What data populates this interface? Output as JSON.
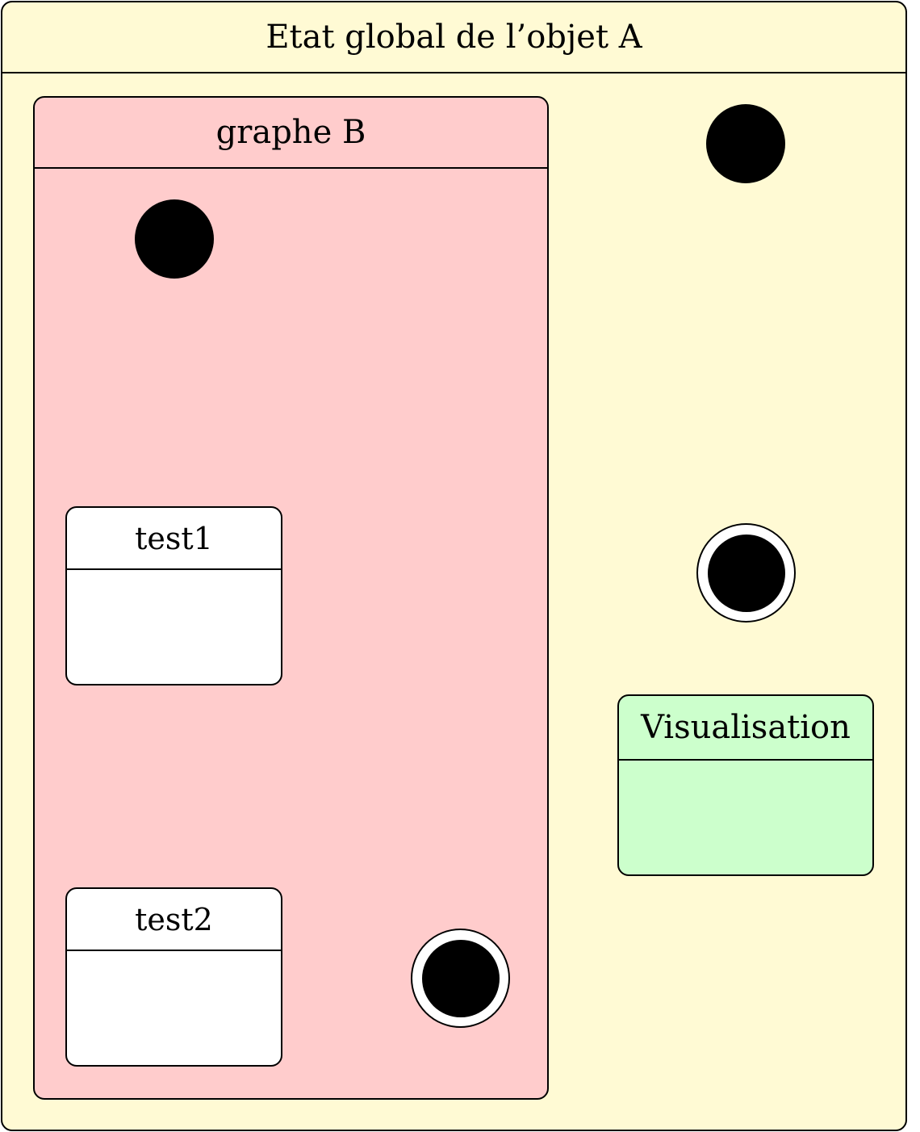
{
  "state_a": {
    "title": "Etat global de l’objet A",
    "fill": "#fffad4"
  },
  "graphe_b": {
    "title": "graphe B",
    "fill": "#ffcccc"
  },
  "test1": {
    "title": "test1",
    "fill": "#ffffff"
  },
  "test2": {
    "title": "test2",
    "fill": "#ffffff"
  },
  "visualisation": {
    "title": "Visualisation",
    "fill": "#ccffcc"
  }
}
